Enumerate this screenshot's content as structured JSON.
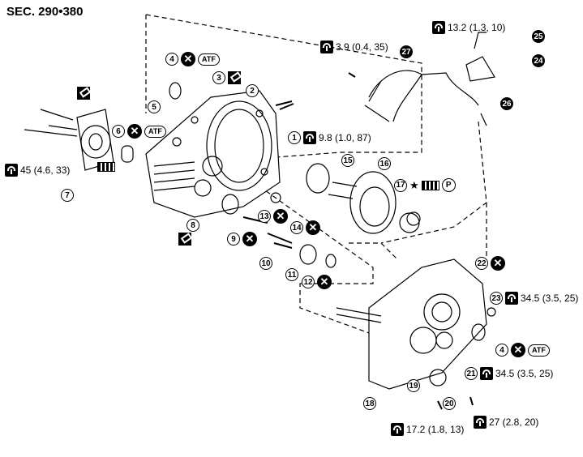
{
  "section": "SEC. 290•380",
  "torques": {
    "t1": "13.2 (1.3, 10)",
    "t2": "3.9 (0.4, 35)",
    "t3": "9.8 (1.0, 87)",
    "t4": "45 (4.6, 33)",
    "t5": "34.5 (3.5, 25)",
    "t6": "34.5 (3.5, 25)",
    "t7": "27 (2.8, 20)",
    "t8": "17.2 (1.8, 13)"
  },
  "parts": [
    "1",
    "2",
    "3",
    "4",
    "5",
    "6",
    "7",
    "8",
    "9",
    "10",
    "11",
    "12",
    "13",
    "14",
    "15",
    "16",
    "17",
    "18",
    "19",
    "20",
    "21",
    "22",
    "23",
    "24",
    "25",
    "26",
    "27"
  ],
  "atf_label": "ATF",
  "p_label": "P",
  "star": "★",
  "replace_mark": "✕"
}
